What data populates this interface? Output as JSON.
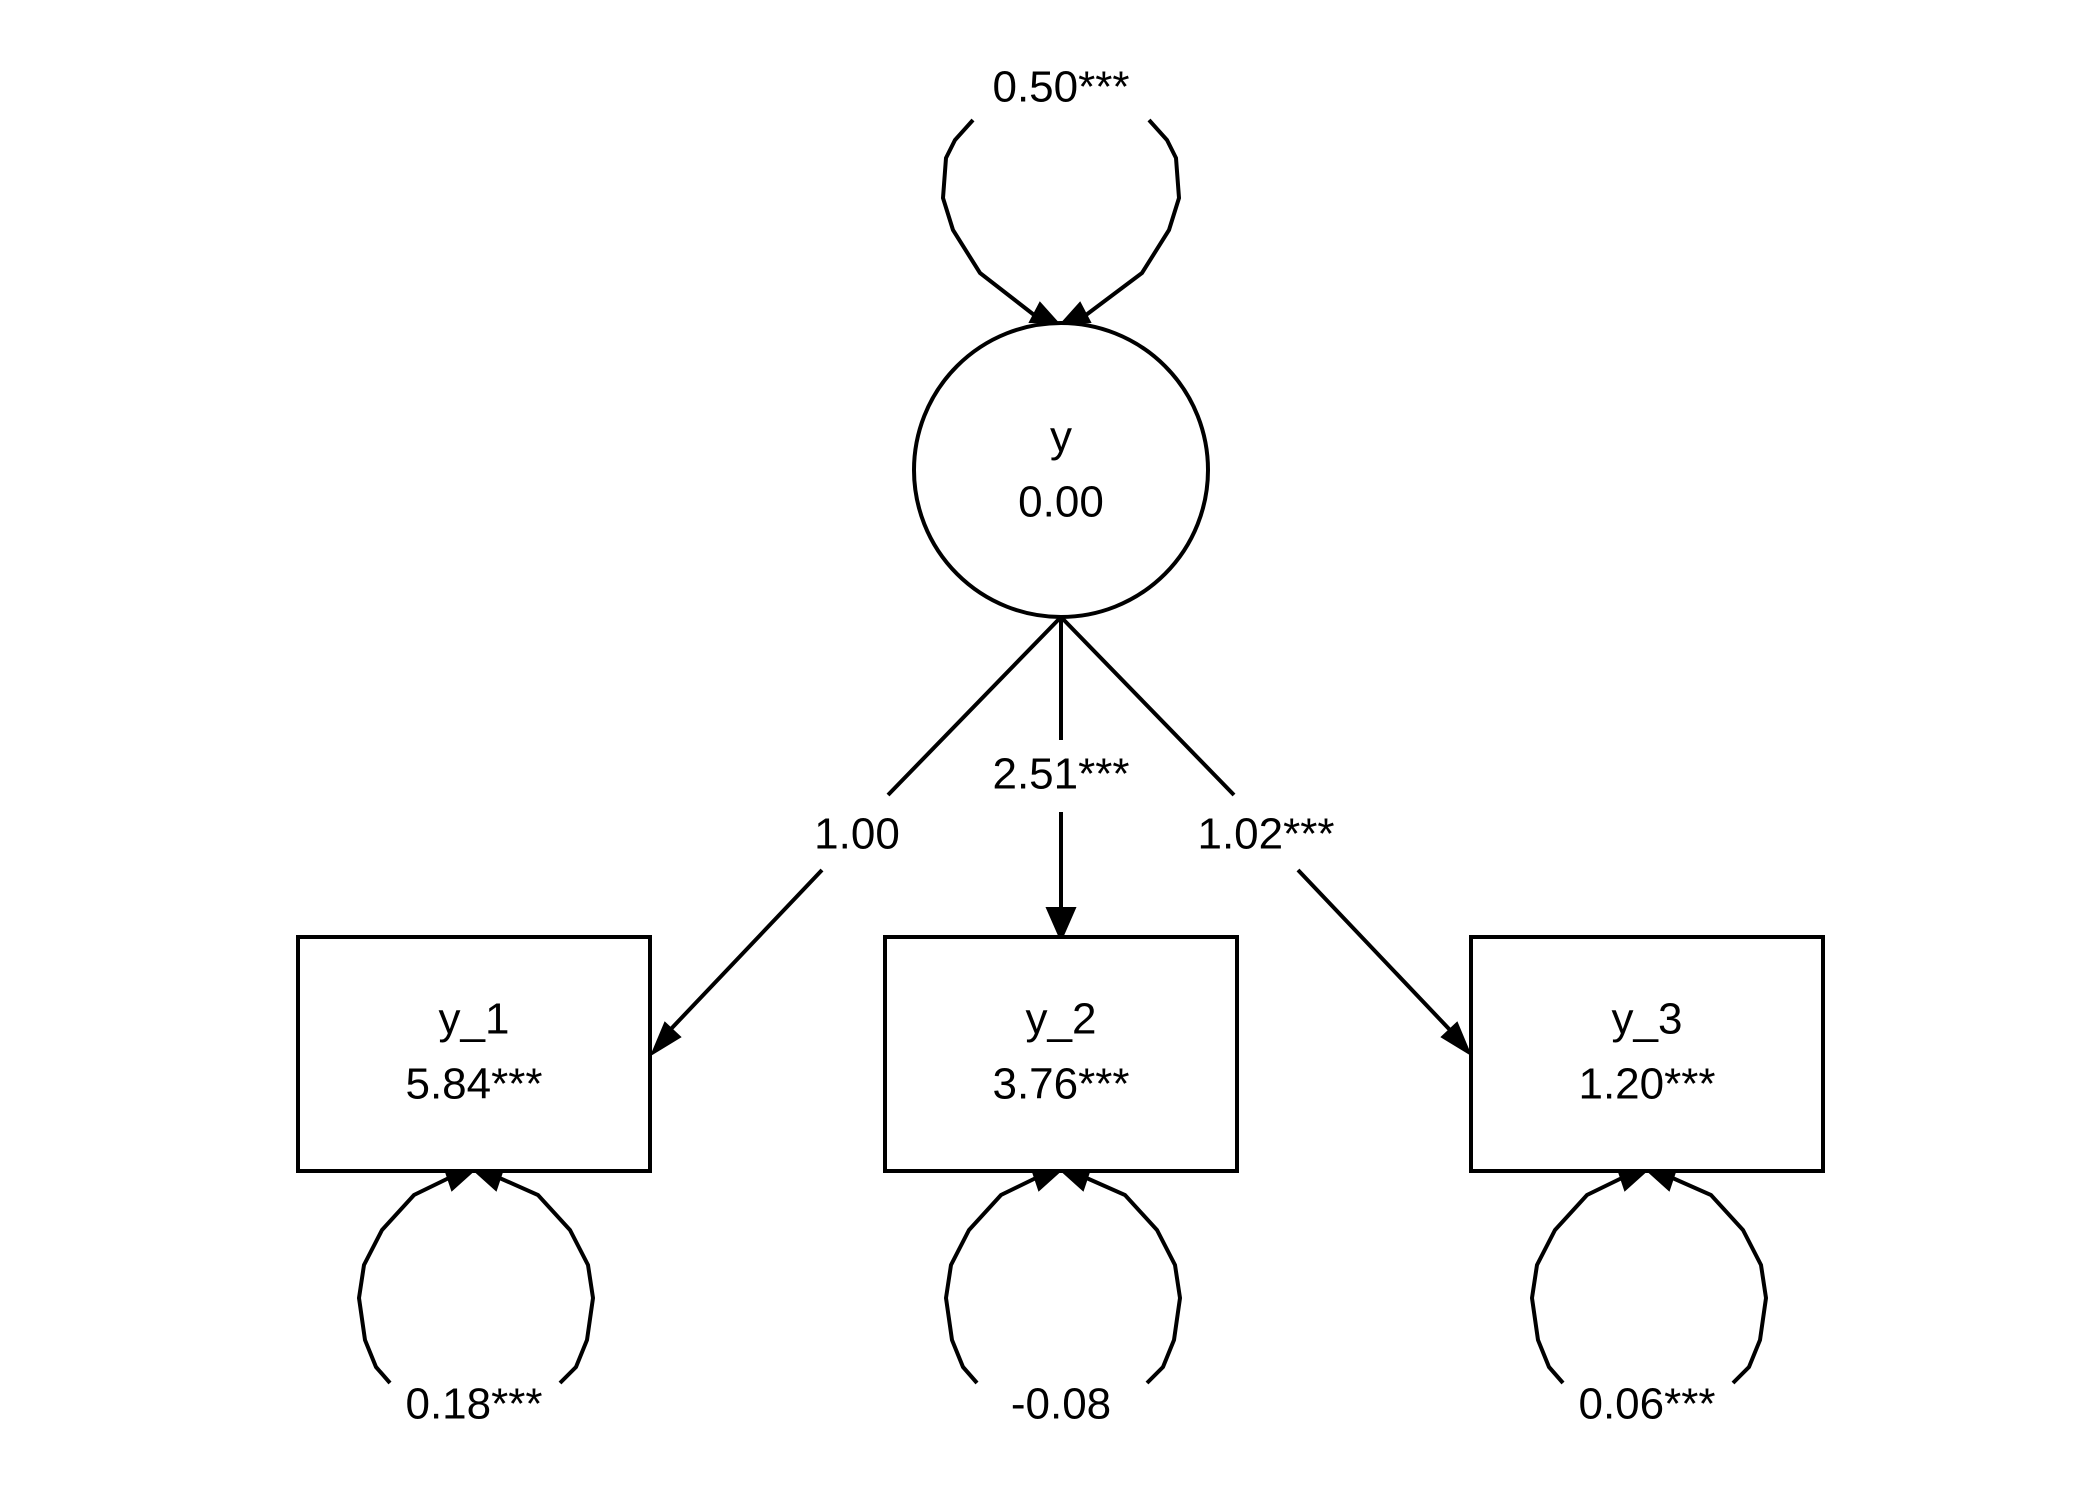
{
  "diagram": {
    "type": "path-diagram",
    "latent": {
      "name": "y",
      "value": "0.00",
      "variance": "0.50***"
    },
    "indicators": [
      {
        "name": "y_1",
        "value": "5.84***",
        "variance": "0.18***",
        "loading": "1.00"
      },
      {
        "name": "y_2",
        "value": "3.76***",
        "variance": "-0.08",
        "loading": "2.51***"
      },
      {
        "name": "y_3",
        "value": "1.20***",
        "variance": "0.06***",
        "loading": "1.02***"
      }
    ]
  }
}
